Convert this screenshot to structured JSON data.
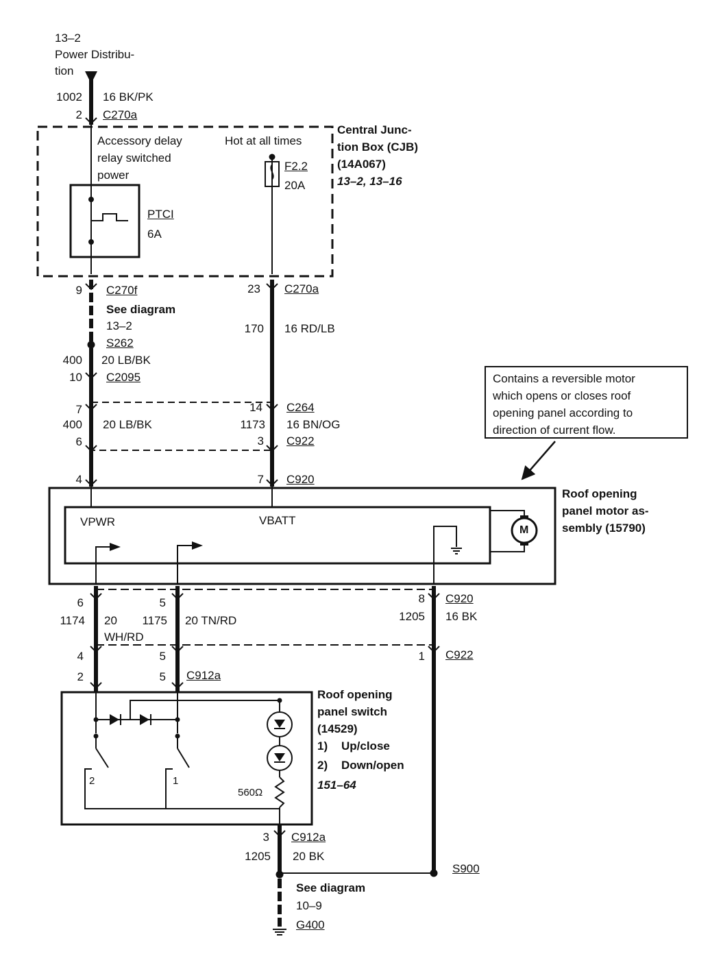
{
  "source": {
    "line1": "13–2",
    "line2": "Power Distribu-",
    "line3": "tion"
  },
  "top_conn": {
    "pin_a": "1002",
    "pin_b": "2",
    "wire": "16 BK/PK",
    "conn": "C270a"
  },
  "cjb": {
    "title1": "Central Junc-",
    "title2": "tion Box (CJB)",
    "title3": "(14A067)",
    "refs": "13–2, 13–16",
    "acc1": "Accessory delay",
    "acc2": "relay switched",
    "acc3": "power",
    "hot": "Hot at all times",
    "ptc_name": "PTCI",
    "ptc_amp": "6A",
    "fuse_name": "F2.2",
    "fuse_amp": "20A"
  },
  "left_chain": {
    "pin9": "9",
    "c270f": "C270f",
    "see1": "See diagram",
    "see2": "13–2",
    "s262": "S262",
    "c400": "400",
    "wire1": "20 LB/BK",
    "pin10": "10",
    "c2095": "C2095",
    "pin7": "7",
    "c400b": "400",
    "wire2": "20 LB/BK",
    "pin6": "6",
    "pin4": "4"
  },
  "right_chain": {
    "pin23": "23",
    "c270a": "C270a",
    "c170": "170",
    "wire1": "16 RD/LB",
    "pin14": "14",
    "c264": "C264",
    "c1173": "1173",
    "wire2": "16 BN/OG",
    "pin3": "3",
    "c922": "C922",
    "pin7": "7",
    "c920": "C920"
  },
  "note": {
    "l1": "Contains a reversible motor",
    "l2": "which opens or closes roof",
    "l3": "opening panel according to",
    "l4": "direction of current flow."
  },
  "motor": {
    "title1": "Roof opening",
    "title2": "panel motor as-",
    "title3": "sembly (15790)",
    "vpwr": "VPWR",
    "vbatt": "VBATT",
    "m": "M"
  },
  "middle": {
    "p6": "6",
    "c1174": "1174",
    "w1174a": "20",
    "w1174b": "WH/RD",
    "p5": "5",
    "c1175": "1175",
    "w1175": "20 TN/RD",
    "p8": "8",
    "c920": "C920",
    "c1205": "1205",
    "w1205": "16 BK",
    "p4": "4",
    "p5b": "5",
    "p1": "1",
    "c922": "C922",
    "p2": "2",
    "p5c": "5",
    "c912a": "C912a"
  },
  "switch": {
    "title1": "Roof opening",
    "title2": "panel switch",
    "title3": "(14529)",
    "item1n": "1)",
    "item1": "Up/close",
    "item2n": "2)",
    "item2": "Down/open",
    "ref": "151–64",
    "res": "560Ω",
    "n2": "2",
    "n1": "1"
  },
  "bottom": {
    "p3": "3",
    "c912a": "C912a",
    "c1205": "1205",
    "w1205": "20 BK",
    "s900": "S900",
    "see1": "See diagram",
    "see2": "10–9",
    "g400": "G400"
  }
}
